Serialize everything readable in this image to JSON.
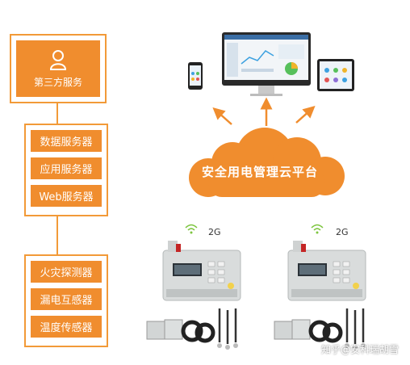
{
  "third_party": {
    "label": "第三方服务",
    "icon": "user-icon"
  },
  "servers": [
    "数据服务器",
    "应用服务器",
    "Web服务器"
  ],
  "sensors": [
    "火灾探测器",
    "漏电互感器",
    "温度传感器"
  ],
  "cloud": {
    "label": "安全用电管理云平台"
  },
  "network": {
    "left": "2G",
    "right": "2G"
  },
  "watermark": "知乎@安科瑞胡雪",
  "colors": {
    "accent": "#f08d2e",
    "frame": "#f29a38"
  }
}
